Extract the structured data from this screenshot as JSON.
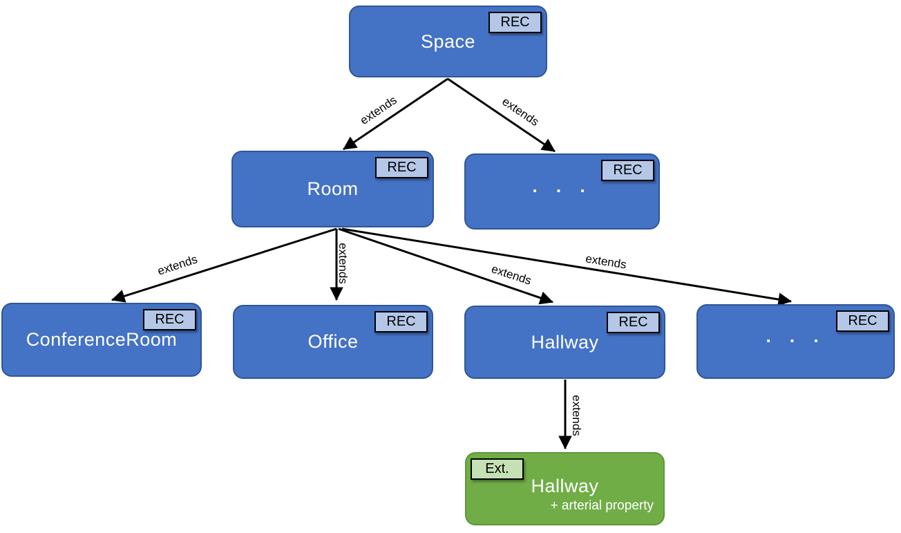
{
  "nodes": {
    "space": {
      "label": "Space",
      "badge": "REC"
    },
    "room": {
      "label": "Room",
      "badge": "REC"
    },
    "space_more": {
      "label": ". . .",
      "badge": "REC"
    },
    "conference_room": {
      "label": "ConferenceRoom",
      "badge": "REC"
    },
    "office": {
      "label": "Office",
      "badge": "REC"
    },
    "hallway": {
      "label": "Hallway",
      "badge": "REC"
    },
    "room_more": {
      "label": ". . .",
      "badge": "REC"
    },
    "hallway_ext": {
      "label": "Hallway",
      "sublabel": "+ arterial property",
      "badge": "Ext."
    }
  },
  "edges": {
    "space_room": {
      "label": "extends",
      "from": "space",
      "to": "room"
    },
    "space_more": {
      "label": "extends",
      "from": "space",
      "to": "space_more"
    },
    "room_conference": {
      "label": "extends",
      "from": "room",
      "to": "conference_room"
    },
    "room_office": {
      "label": "extends",
      "from": "room",
      "to": "office"
    },
    "room_hallway": {
      "label": "extends",
      "from": "room",
      "to": "hallway"
    },
    "room_more": {
      "label": "extends",
      "from": "room",
      "to": "room_more"
    },
    "hallway_ext": {
      "label": "extends",
      "from": "hallway",
      "to": "hallway_ext"
    }
  },
  "colors": {
    "node_fill": "#4472C4",
    "node_border": "#2F5597",
    "badge_fill": "#B4C7E7",
    "ext_fill": "#70AD47",
    "ext_border": "#5E9638",
    "ext_badge_fill": "#C5E0B4",
    "arrow": "#000000"
  }
}
